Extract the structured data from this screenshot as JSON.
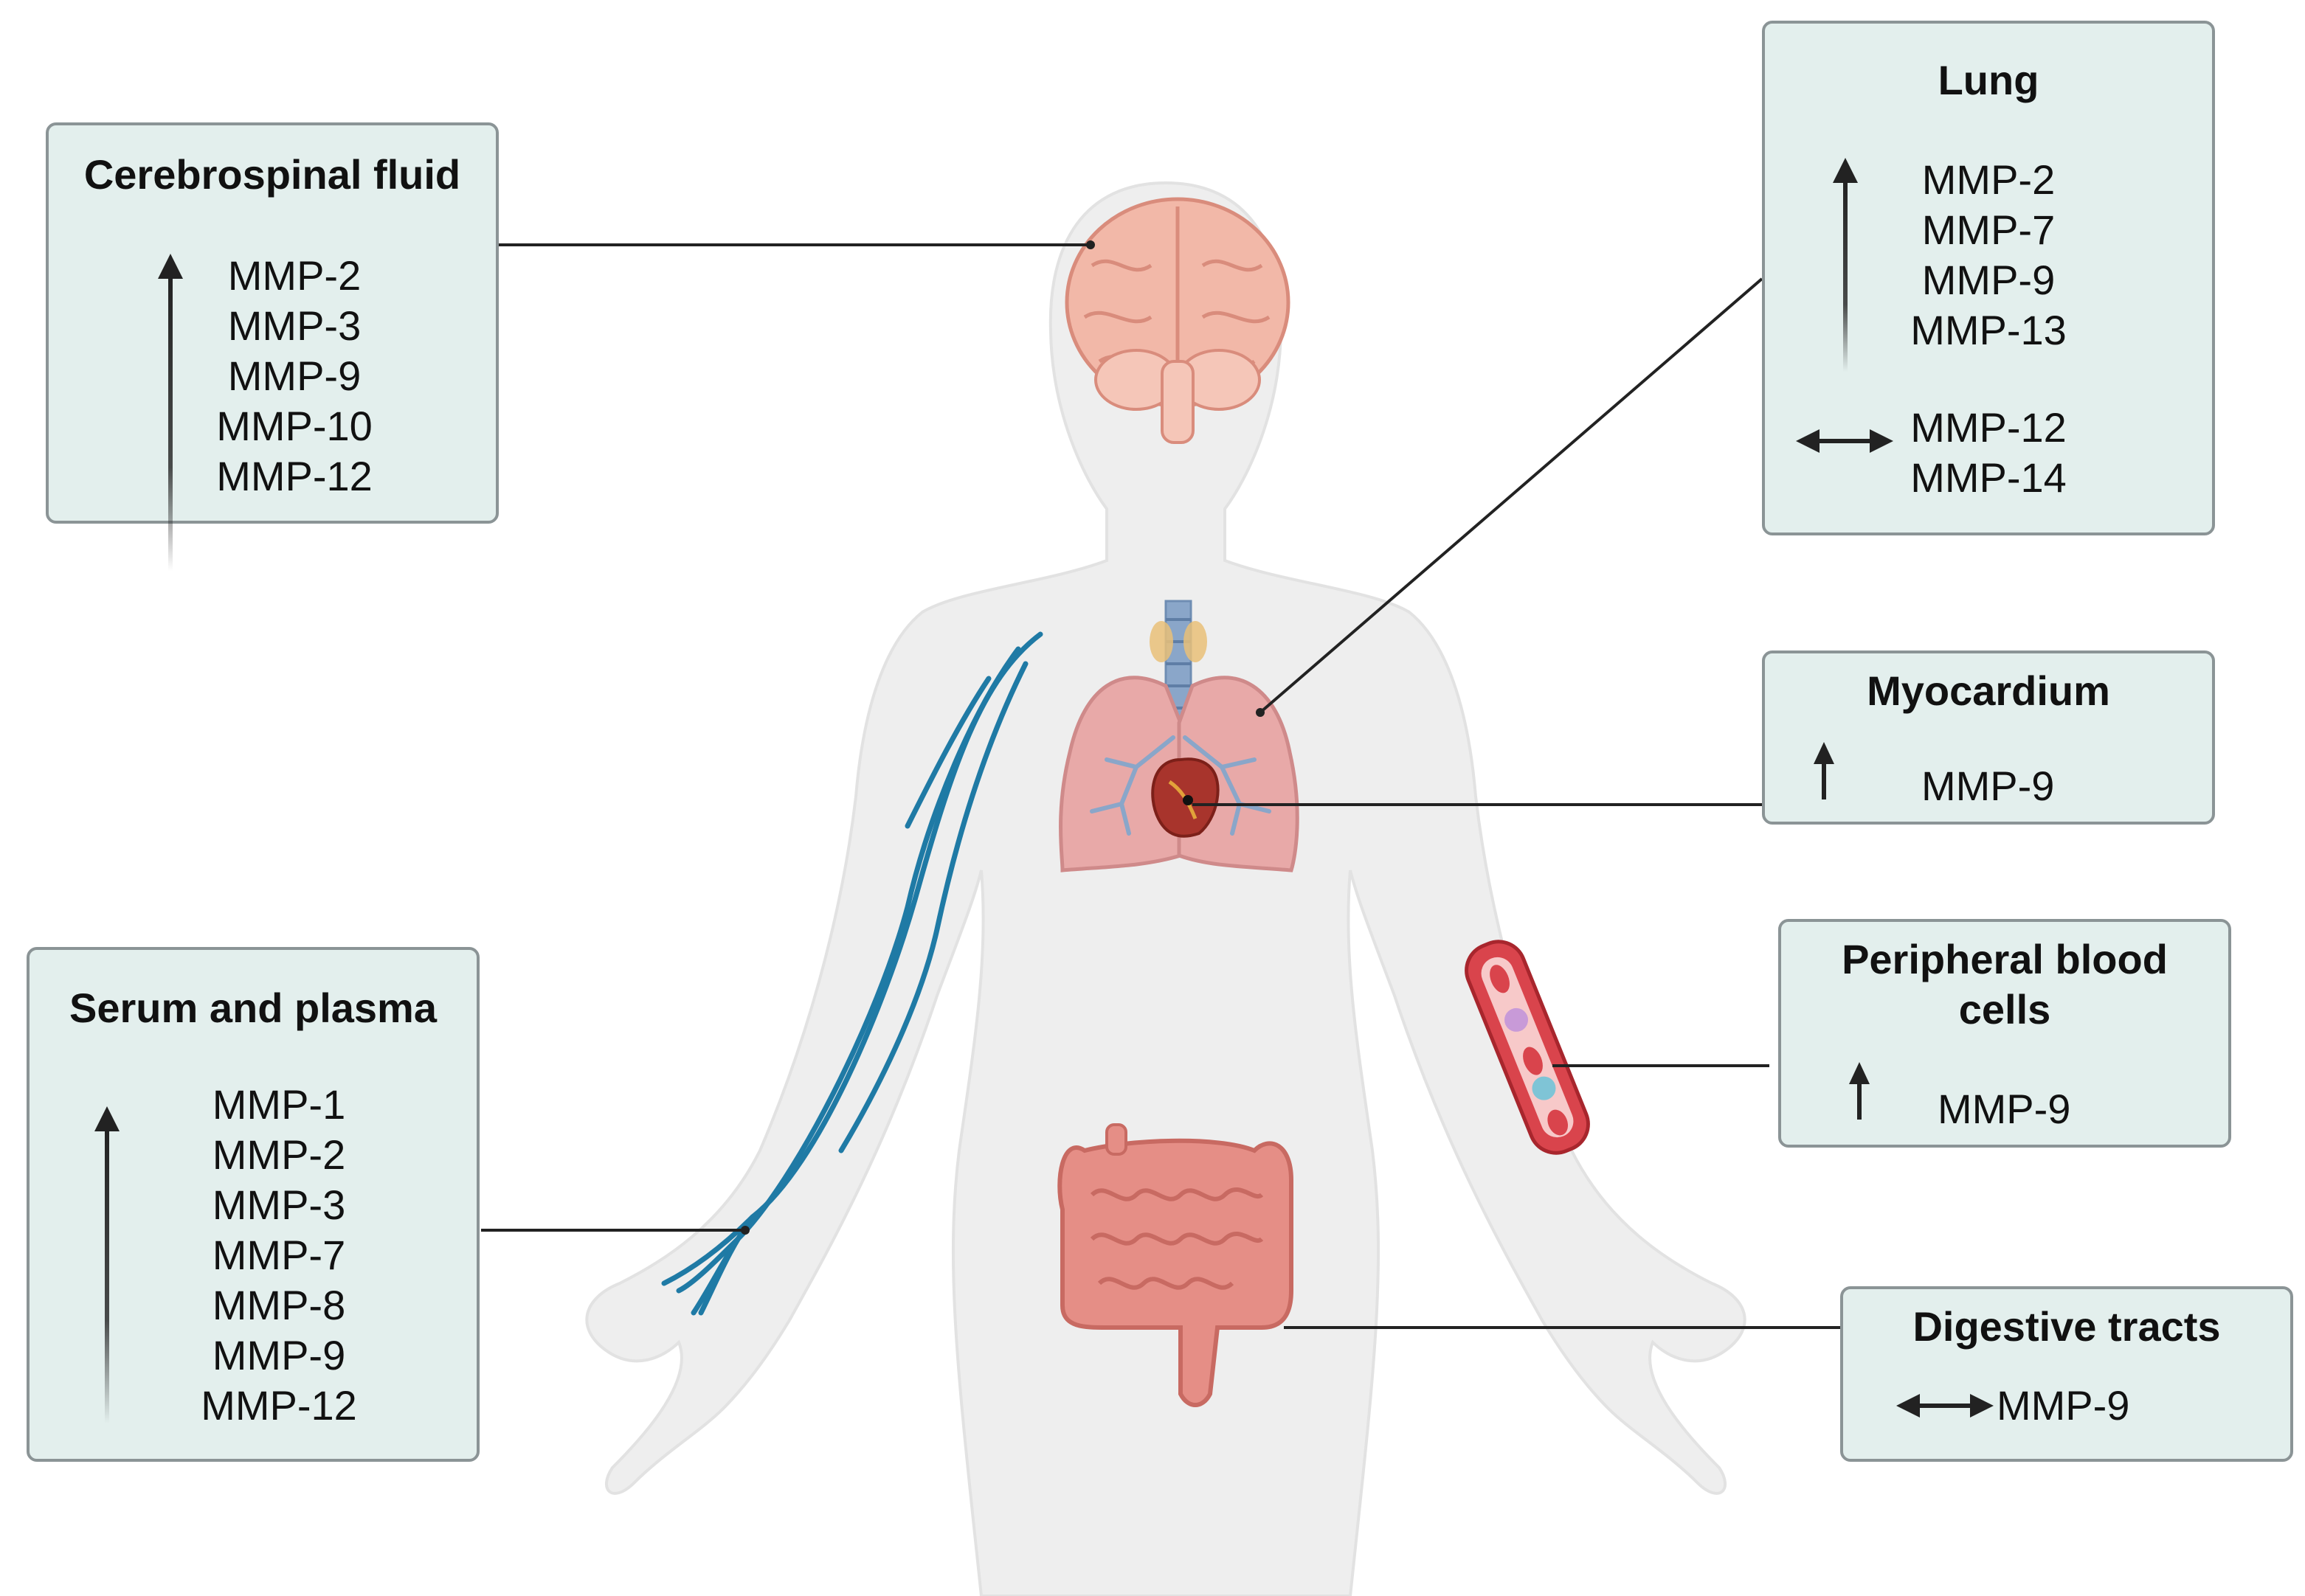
{
  "legend": {
    "up_arrow_icon": "up-arrow-icon",
    "bidirectional_arrow_icon": "left-right-arrow-icon"
  },
  "colors": {
    "box_fill": "#e3efed",
    "box_border": "#8b9496",
    "body_silhouette": "#eeeeee",
    "vein": "#1f7aa5",
    "lung": "#e8a9a8",
    "brain": "#f2b8a8",
    "intestine": "#e58e86",
    "blood_vessel": "#d9444c"
  },
  "boxes": {
    "csf": {
      "title": "Cerebrospinal fluid",
      "up": [
        "MMP-2",
        "MMP-3",
        "MMP-9",
        "MMP-10",
        "MMP-12"
      ]
    },
    "lung": {
      "title": "Lung",
      "up": [
        "MMP-2",
        "MMP-7",
        "MMP-9",
        "MMP-13"
      ],
      "unchanged": [
        "MMP-12",
        "MMP-14"
      ]
    },
    "myocardium": {
      "title": "Myocardium",
      "up": [
        "MMP-9"
      ]
    },
    "pbc": {
      "title_line1": "Peripheral blood",
      "title_line2": "cells",
      "up": [
        "MMP-9"
      ]
    },
    "serum": {
      "title": "Serum and plasma",
      "up": [
        "MMP-1",
        "MMP-2",
        "MMP-3",
        "MMP-7",
        "MMP-8",
        "MMP-9",
        "MMP-12"
      ]
    },
    "digestive": {
      "title": "Digestive tracts",
      "unchanged": [
        "MMP-9"
      ]
    }
  },
  "organs": [
    "brain",
    "lungs",
    "trachea",
    "heart",
    "veins",
    "blood vessel",
    "intestines"
  ]
}
